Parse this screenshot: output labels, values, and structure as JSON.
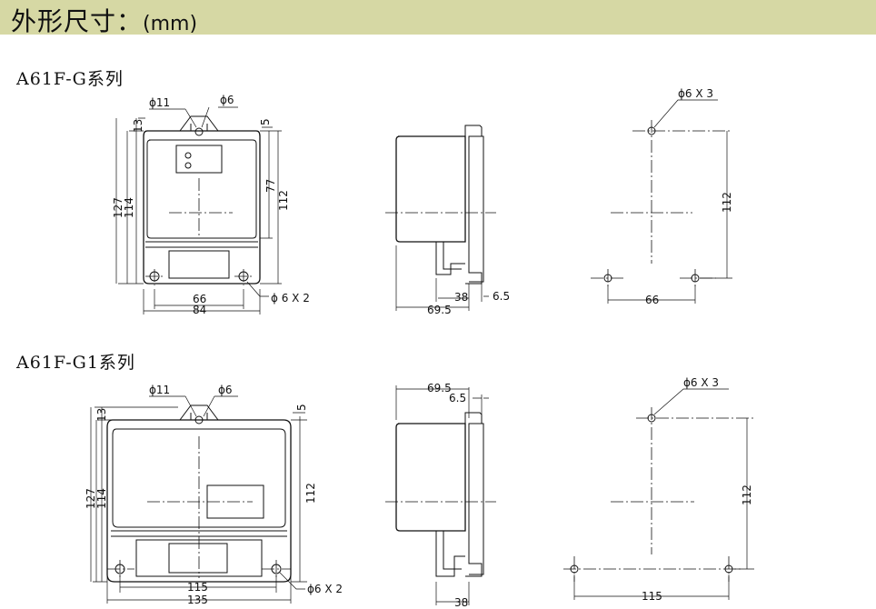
{
  "header": {
    "title": "外形尺寸：",
    "unit": "(mm)",
    "background": "#d6d8a4"
  },
  "sections": [
    {
      "title": "A61F-G系列",
      "front": {
        "phi11": "ϕ11",
        "phi6": "ϕ6",
        "dim_5": "5",
        "dim_13": "13",
        "dim_127": "127",
        "dim_114": "114",
        "dim_77": "77",
        "dim_112": "112",
        "dim_66": "66",
        "dim_84": "84",
        "holes": "ϕ 6 X 2"
      },
      "side": {
        "dim_38": "38",
        "dim_6_5": "6.5",
        "dim_69_5": "69.5"
      },
      "mount": {
        "holes": "ϕ6 X 3",
        "dim_112": "112",
        "dim_66": "66"
      }
    },
    {
      "title": "A61F-G1系列",
      "front": {
        "phi11": "ϕ11",
        "phi6": "ϕ6",
        "dim_5": "5",
        "dim_13": "13",
        "dim_127": "127",
        "dim_114": "114",
        "dim_112": "112",
        "dim_115": "115",
        "dim_135": "135",
        "holes": "ϕ6 X 2"
      },
      "side": {
        "dim_69_5": "69.5",
        "dim_6_5": "6.5",
        "dim_38": "38"
      },
      "mount": {
        "holes": "ϕ6 X 3",
        "dim_112": "112",
        "dim_115": "115"
      }
    }
  ]
}
